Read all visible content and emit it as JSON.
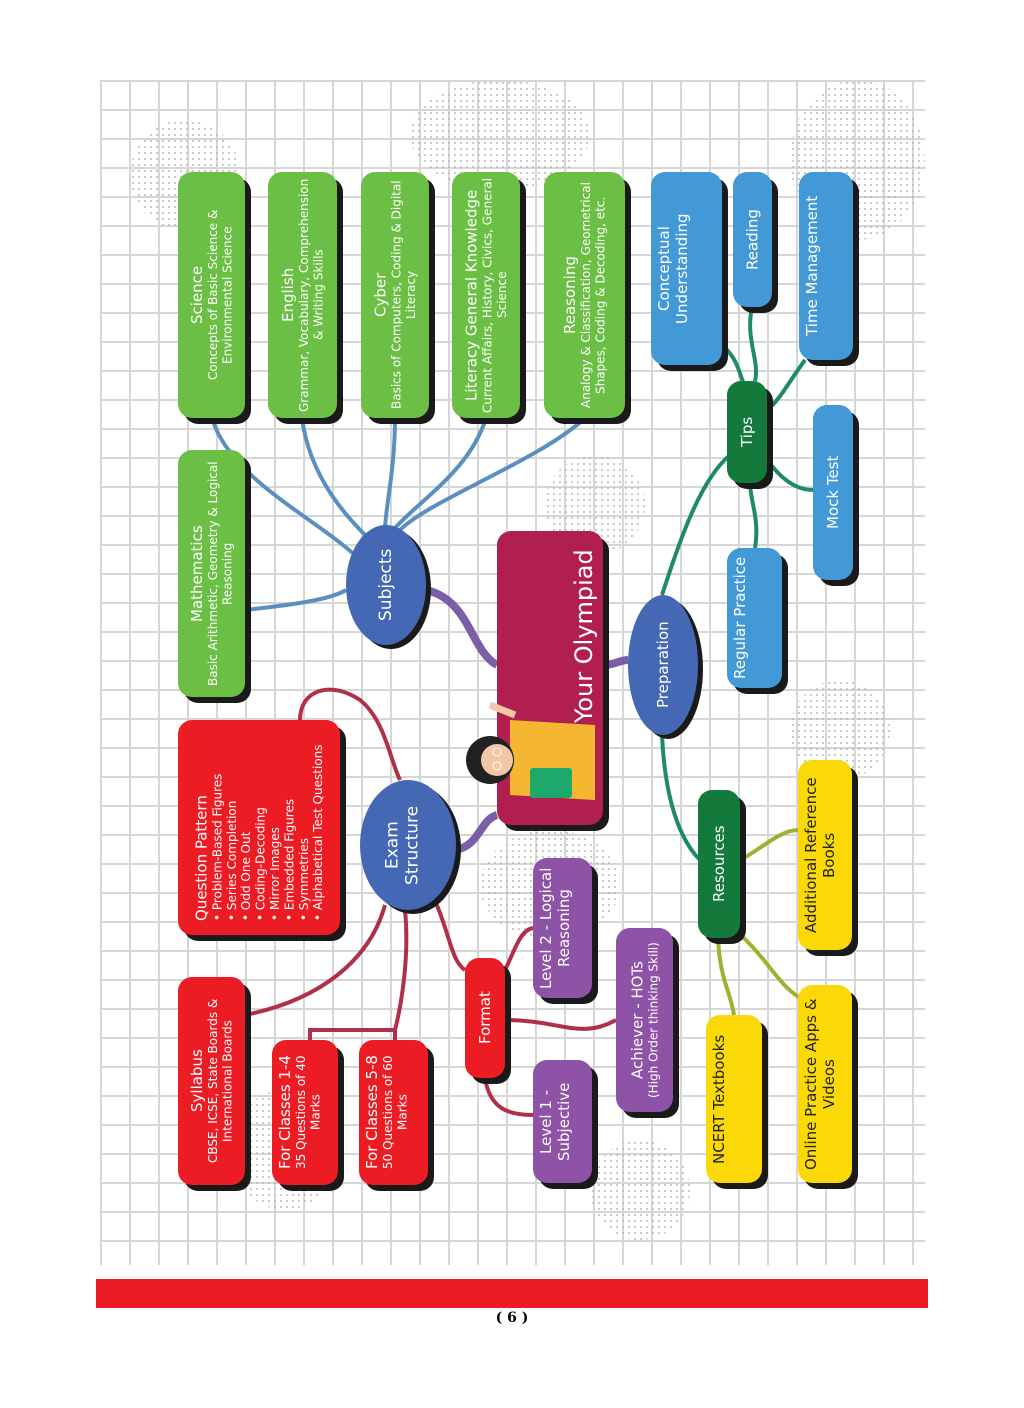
{
  "center": "Know Your Olympiad",
  "subjects": {
    "label": "Subjects",
    "items": [
      {
        "title": "Science",
        "desc": "Concepts of Basic Science & Environmental Science"
      },
      {
        "title": "English",
        "desc": "Grammar, Vocabulary, Comprehension & Writing Skills"
      },
      {
        "title": "Cyber",
        "desc": "Basics of Computers, Coding & Digital Literacy"
      },
      {
        "title": "Literacy General Knowledge",
        "desc": "Current Affairs, History, Civics, General Science"
      },
      {
        "title": "Reasoning",
        "desc": "Analogy & Classification, Geometrical Shapes, Coding & Decoding, etc."
      },
      {
        "title": "Mathematics",
        "desc": "Basic Arithmetic, Geometry & Logical Reasoning"
      }
    ]
  },
  "exam": {
    "label": "Exam Structure",
    "question_pattern": {
      "title": "Question Pattern",
      "items": [
        "Problem-Based Figures",
        "Series Completion",
        "Odd One Out",
        "Coding-Decoding",
        "Mirror Images",
        "Embedded Figures",
        "Symmetries",
        "Alphabetical Test Questions"
      ]
    },
    "syllabus": {
      "title": "Syllabus",
      "desc": "CBSE, ICSE, State Boards & International Boards"
    },
    "classes_1_4": {
      "title": "For Classes 1-4",
      "desc": "35 Questions of 40 Marks"
    },
    "classes_5_8": {
      "title": "For Classes 5-8",
      "desc": "50 Questions of 60 Marks"
    },
    "format": {
      "label": "Format",
      "level2": "Level 2 - Logical Reasoning",
      "achiever": "Achiever - HOTs",
      "achiever_sub": "(High Order thinking Skill)",
      "level1": "Level 1 - Subjective"
    }
  },
  "preparation": {
    "label": "Preparation",
    "tips": {
      "label": "Tips",
      "items": [
        "Conceptual Understanding",
        "Reading",
        "Time Management",
        "Mock Test",
        "Regular Practice"
      ]
    },
    "resources": {
      "label": "Resources",
      "items": [
        "Additional Reference Books",
        "NCERT Textbooks",
        "Online Practice Apps & Videos"
      ]
    }
  },
  "page_number": "( 6 )"
}
